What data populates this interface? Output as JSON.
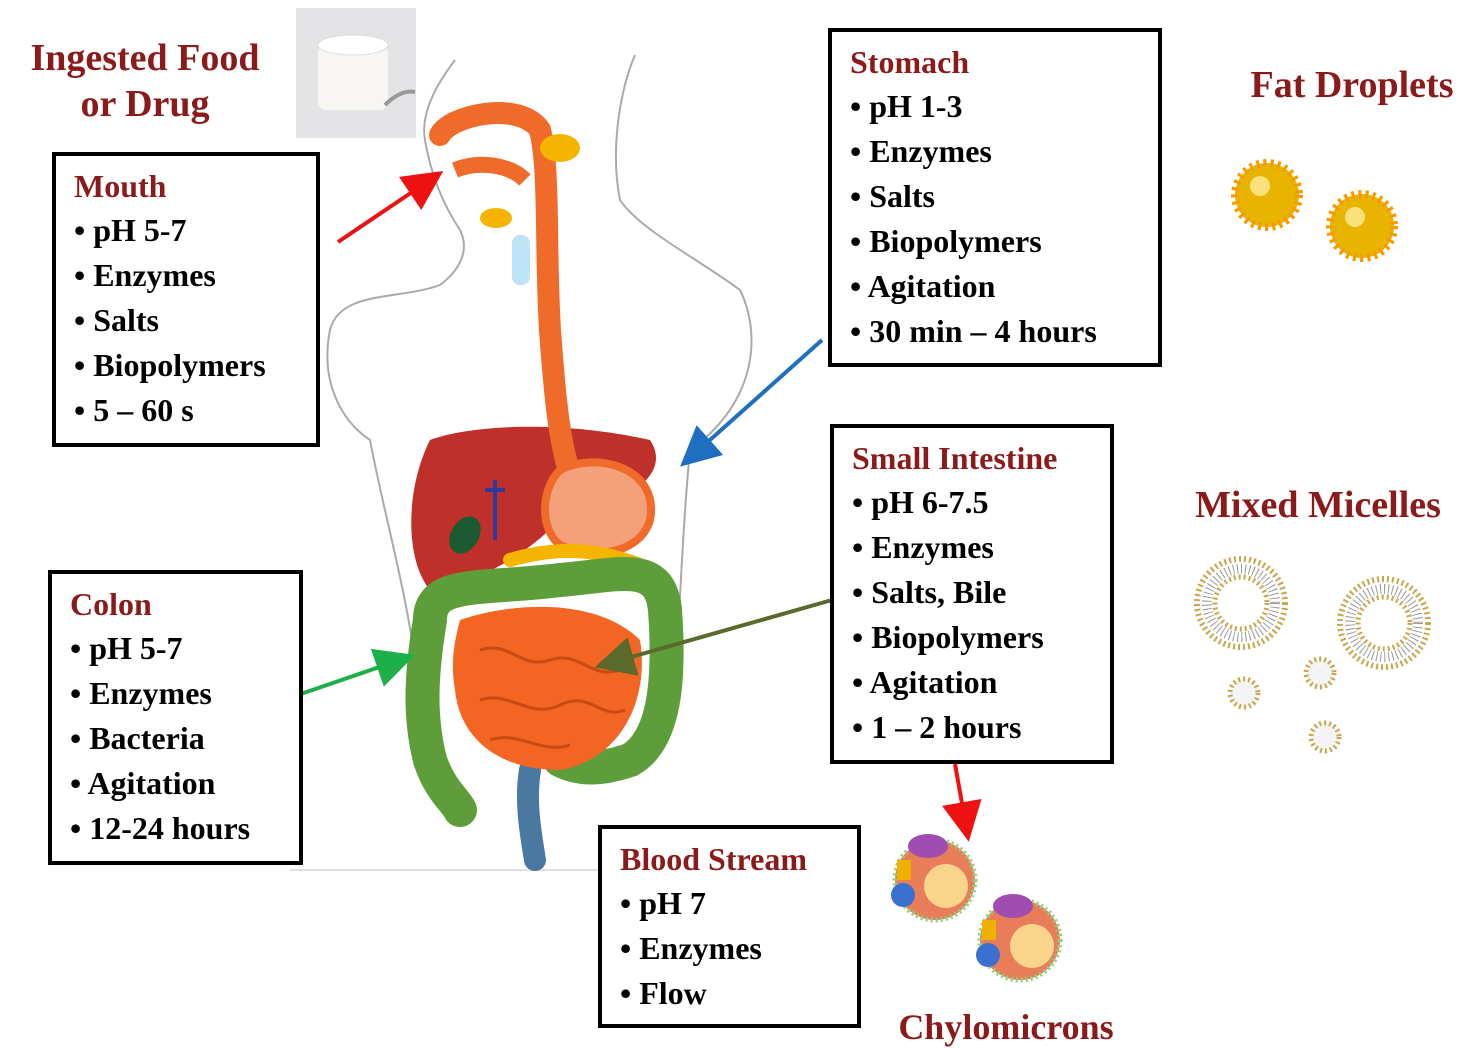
{
  "titles": {
    "ingested": [
      "Ingested Food",
      "or Drug"
    ],
    "fat_droplets": "Fat Droplets",
    "mixed_micelles": "Mixed Micelles",
    "chylomicrons": "Chylomicrons"
  },
  "boxes": {
    "mouth": {
      "title": "Mouth",
      "items": [
        "• pH 5-7",
        "• Enzymes",
        "• Salts",
        "• Biopolymers",
        "• 5 – 60 s"
      ]
    },
    "stomach": {
      "title": "Stomach",
      "items": [
        "• pH 1-3",
        "• Enzymes",
        "• Salts",
        "• Biopolymers",
        "• Agitation",
        "• 30 min – 4 hours"
      ]
    },
    "small_intestine": {
      "title": "Small Intestine",
      "items": [
        "• pH 6-7.5",
        "• Enzymes",
        "• Salts, Bile",
        "• Biopolymers",
        "• Agitation",
        "• 1 – 2 hours"
      ]
    },
    "colon": {
      "title": "Colon",
      "items": [
        "• pH 5-7",
        "• Enzymes",
        "• Bacteria",
        "• Agitation",
        "• 12-24 hours"
      ]
    },
    "blood": {
      "title": "Blood Stream",
      "items": [
        "• pH 7",
        "• Enzymes",
        "• Flow"
      ]
    }
  },
  "colors": {
    "heading": "#8B1A1A",
    "mouth_arrow": "#EE1111",
    "stomach_arrow": "#1E6FC0",
    "intestine_arrow": "#5A6A2A",
    "colon_arrow": "#1DB04A",
    "blood_arrow": "#EE1111",
    "esophagus": "#F06A2A",
    "liver": "#C0302A",
    "colon": "#5E9E3A",
    "small_intestine": "#F26522"
  }
}
